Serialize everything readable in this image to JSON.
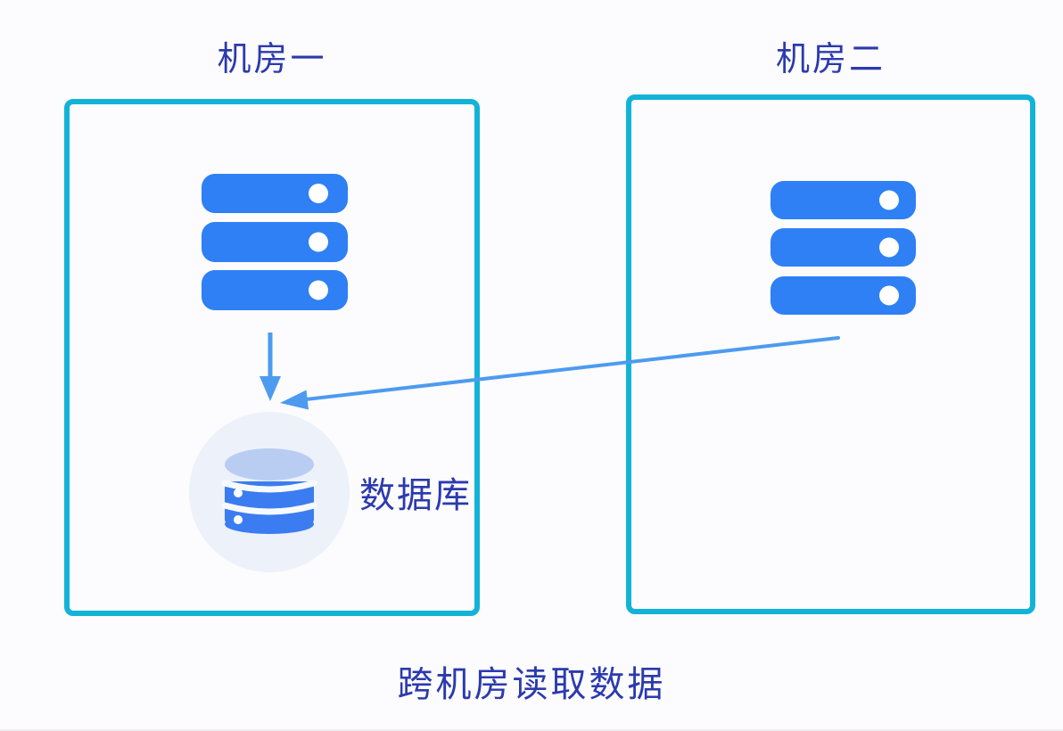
{
  "diagram": {
    "caption": "跨机房读取数据",
    "rooms": [
      {
        "label": "机房一"
      },
      {
        "label": "机房二"
      }
    ],
    "database_label": "数据库"
  },
  "icons": {
    "room1_servers": "server-stack-icon",
    "room2_servers": "server-stack-icon",
    "database": "database-cylinder-icon",
    "down_arrow": "arrow-down-icon",
    "cross_room_arrow": "arrow-left-icon"
  },
  "colors": {
    "background": "#fcfbfd",
    "box-border": "#13b3d8",
    "server-blue": "#2e80f4",
    "arrow-blue": "#4c9bef",
    "label-indigo": "#2b3aad",
    "db-top": "#b9cdf2",
    "db-band": "#3b7df0",
    "halo": "#edf1fa"
  }
}
